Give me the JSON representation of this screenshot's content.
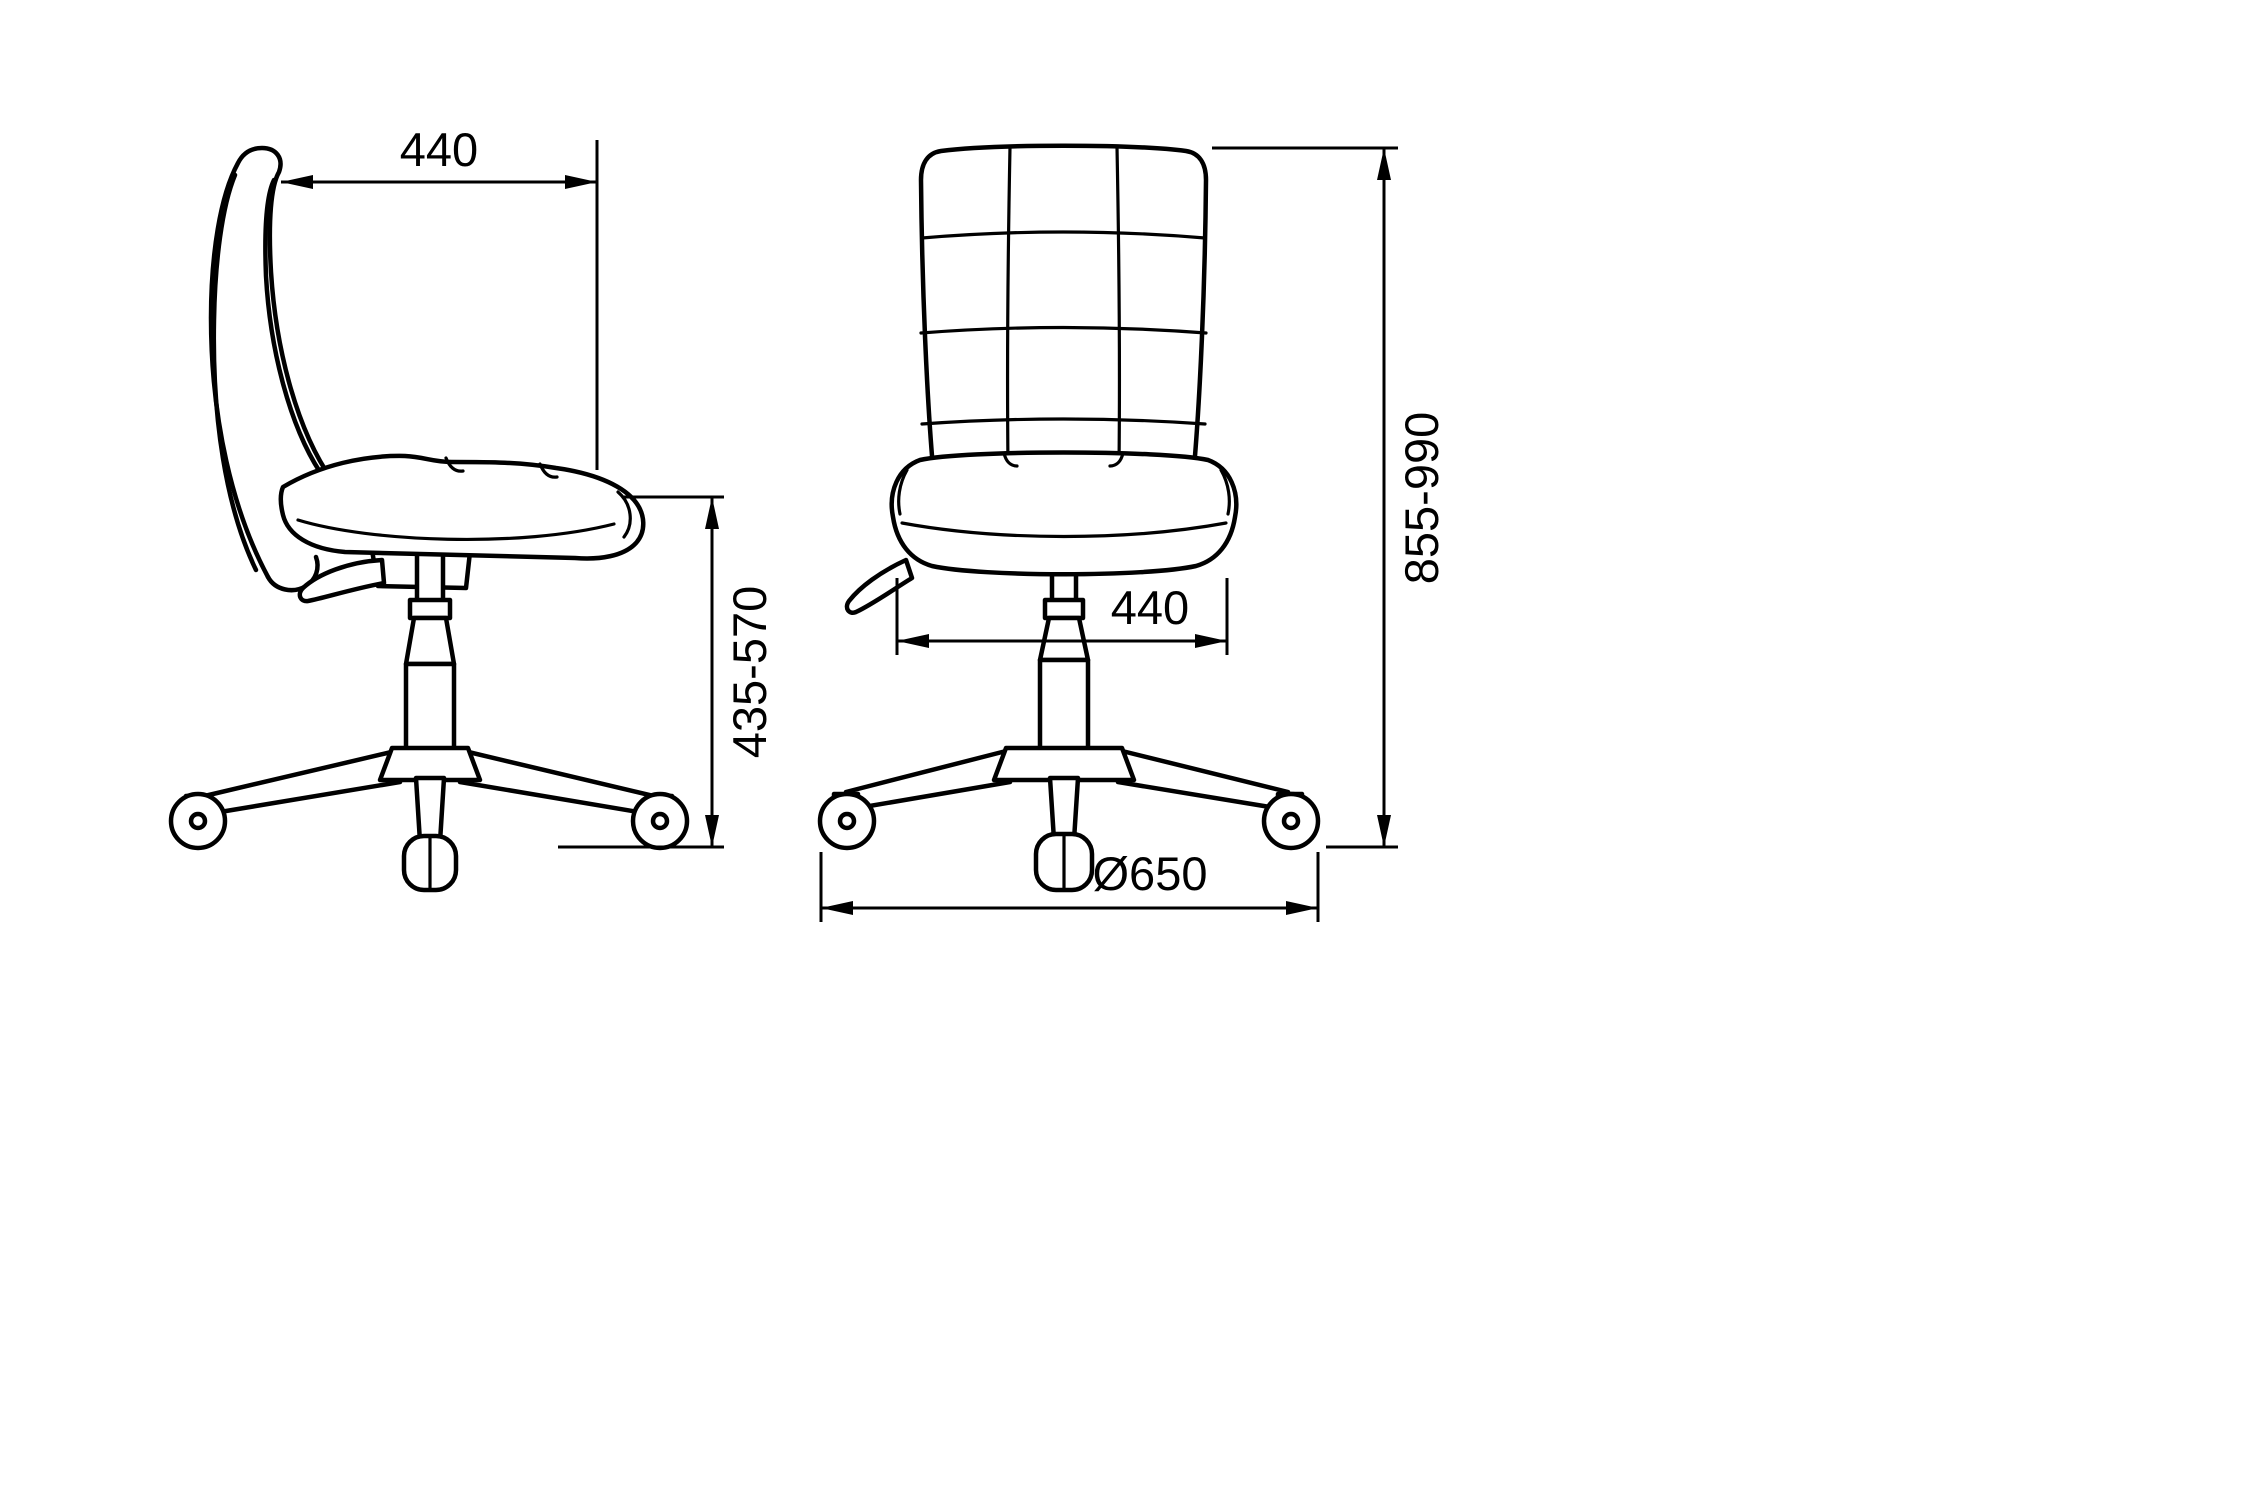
{
  "canvas": {
    "background": "#ffffff",
    "line_color": "#000000"
  },
  "drawing": {
    "views": {
      "side": {
        "dimensions": {
          "seat_depth": "440",
          "seat_height_range": "435-570"
        }
      },
      "front": {
        "dimensions": {
          "seat_width": "440",
          "overall_height_range": "855-990",
          "base_diameter": "Ø650"
        }
      }
    }
  }
}
